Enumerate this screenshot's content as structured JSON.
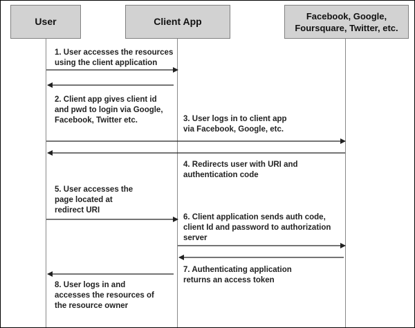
{
  "actors": {
    "user": "User",
    "client": "Client App",
    "provider": "Facebook, Google,\nFoursquare, Twitter, etc."
  },
  "steps": [
    {
      "label": "1. User accesses the resources\nusing the client application"
    },
    {
      "label": "2. Client app gives client id\nand pwd to login via Google,\nFacebook, Twitter etc."
    },
    {
      "label": "3. User logs in to client app\n via Facebook, Google, etc."
    },
    {
      "label": "4. Redirects user with URI and\nauthentication code"
    },
    {
      "label": "5. User accesses the\npage located at\nredirect URI"
    },
    {
      "label": "6. Client application sends auth  code,\nclient Id and password to authorization\nserver"
    },
    {
      "label": "7. Authenticating application\nreturns an access token"
    },
    {
      "label": "8. User  logs in and\naccesses the resources of\nthe resource owner"
    }
  ],
  "colors": {
    "actor_fill": "#d2d2d2",
    "line": "#222222"
  }
}
